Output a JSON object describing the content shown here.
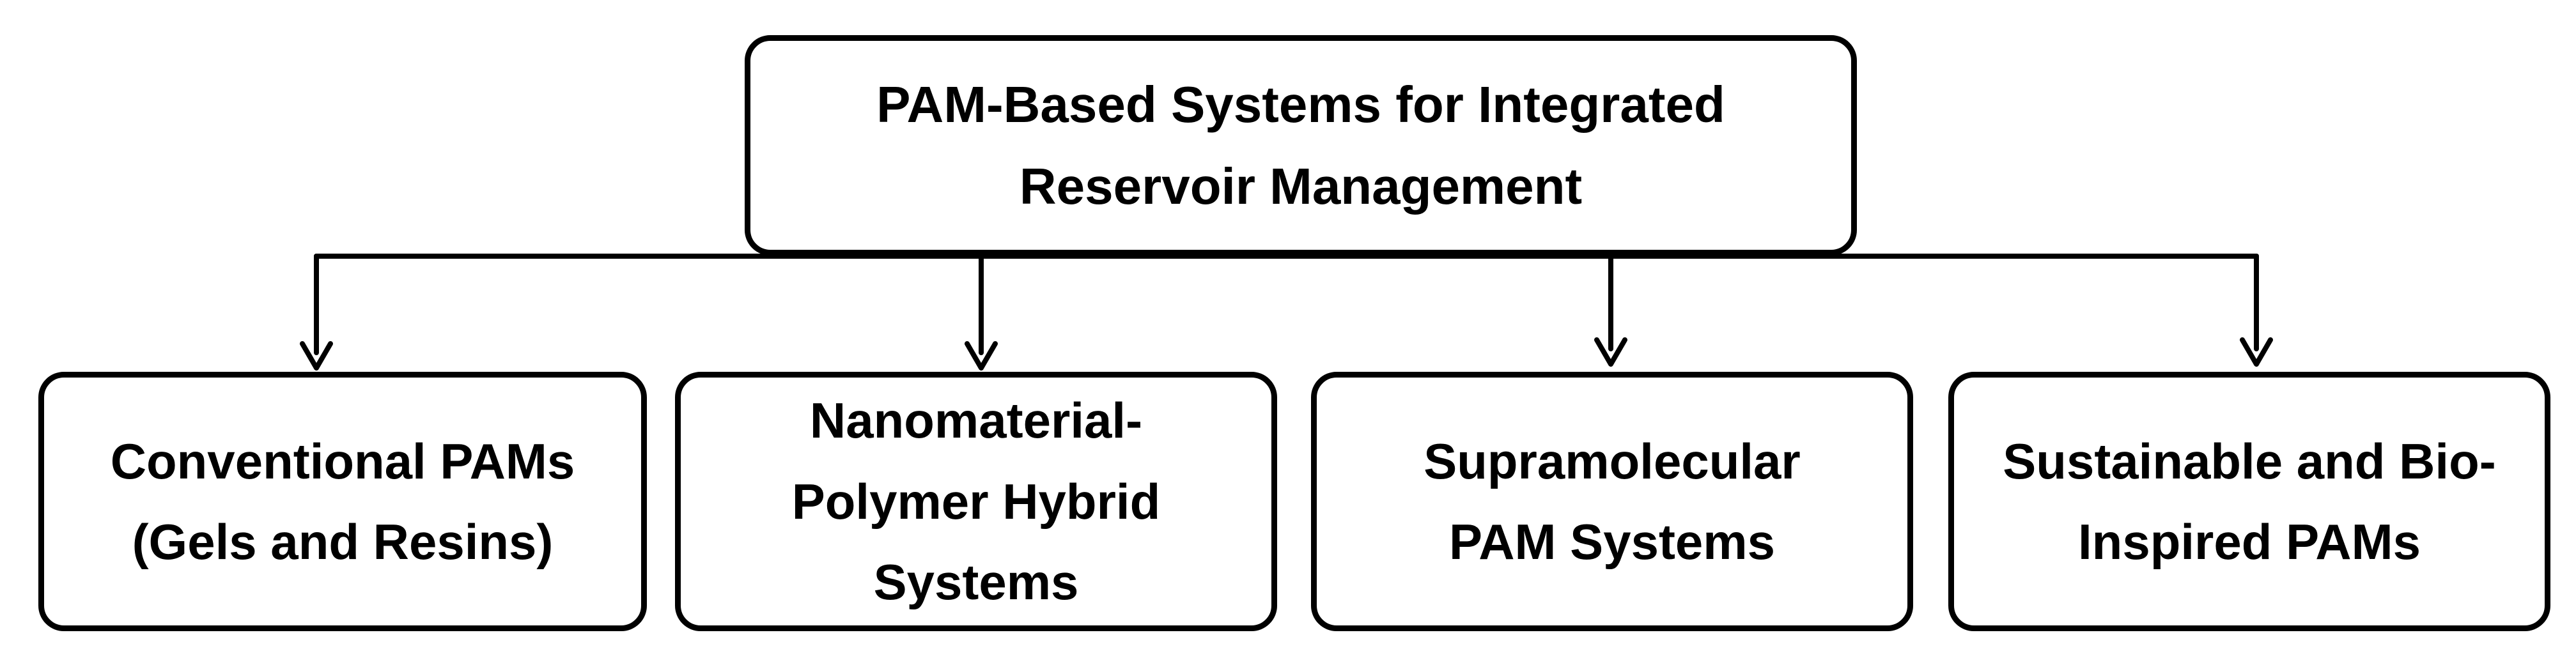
{
  "figure": {
    "background_color": "#ffffff",
    "stroke_color": "#000000",
    "text_color": "#000000"
  },
  "root_box": {
    "label": "PAM-Based Systems for Integrated Reservoir Management",
    "lines": [
      "PAM-Based Systems for Integrated",
      "Reservoir Management"
    ]
  },
  "child_boxes": [
    {
      "label": "Conventional PAMs (Gels and Resins)",
      "lines": [
        "Conventional PAMs",
        "(Gels and Resins)"
      ]
    },
    {
      "label": "Nanomaterial-Polymer Hybrid Systems",
      "lines": [
        "Nanomaterial-",
        "Polymer Hybrid",
        "Systems"
      ]
    },
    {
      "label": "Supramolecular PAM Systems",
      "lines": [
        "Supramolecular",
        "PAM Systems"
      ]
    },
    {
      "label": "Sustainable and Bio-Inspired PAMs",
      "lines": [
        "Sustainable and Bio-",
        "Inspired PAMs"
      ]
    }
  ]
}
